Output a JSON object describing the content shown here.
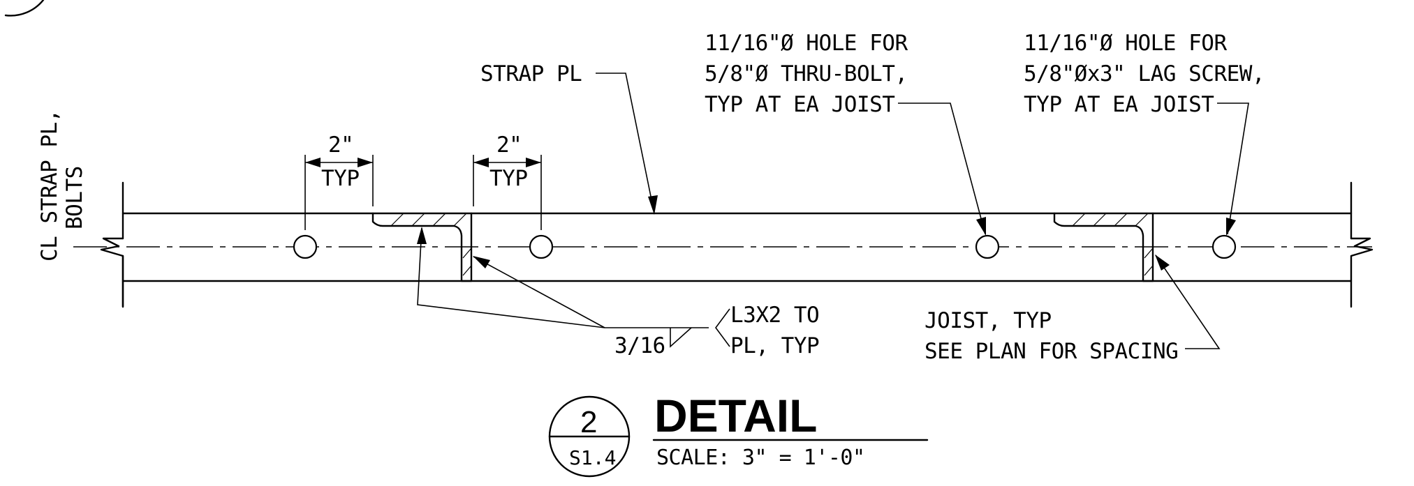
{
  "labels": {
    "cl_strap": "CL STRAP PL,",
    "cl_bolts": "BOLTS",
    "dim_left_value": "2\"",
    "dim_left_typ": "TYP",
    "dim_right_value": "2\"",
    "dim_right_typ": "TYP",
    "strap_pl": "STRAP PL",
    "hole_thru_bolt": [
      "11/16\"Ø HOLE FOR",
      "5/8\"Ø THRU-BOLT,",
      "TYP AT EA JOIST"
    ],
    "hole_lag_screw": [
      "11/16\"Ø HOLE FOR",
      "5/8\"Øx3\" LAG SCREW,",
      "TYP AT EA JOIST"
    ],
    "weld_size": "3/16",
    "weld_note": [
      "L3X2 TO",
      "PL, TYP"
    ],
    "joist_note": [
      "JOIST, TYP",
      "SEE PLAN FOR SPACING"
    ]
  },
  "title_block": {
    "detail_number": "2",
    "sheet_number": "S1.4",
    "title": "DETAIL",
    "scale": "SCALE:  3\" = 1'-0\""
  }
}
